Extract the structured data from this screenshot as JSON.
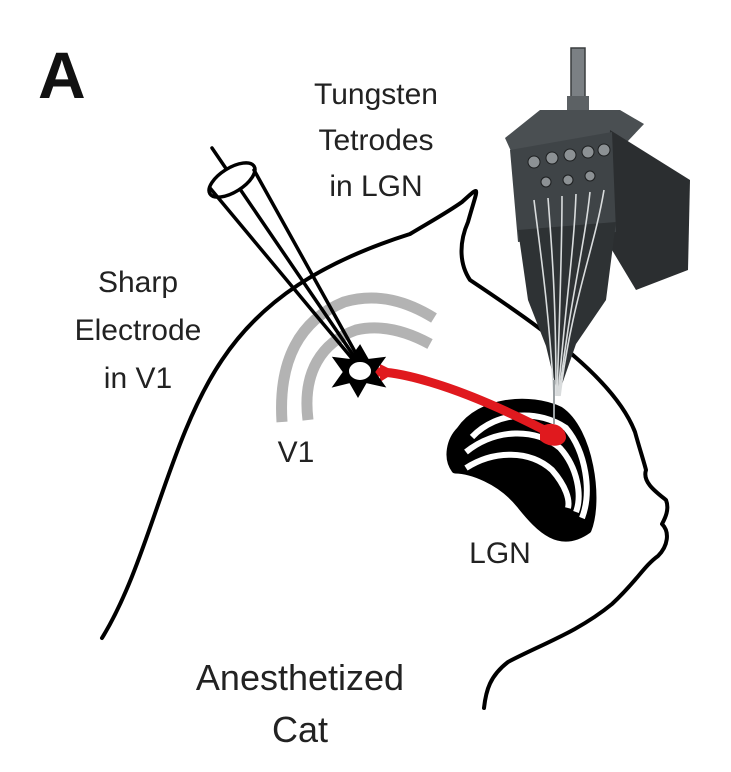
{
  "figure": {
    "panel_letter": "A",
    "labels": {
      "tetrodes": [
        "Tungsten",
        "Tetrodes",
        "in LGN"
      ],
      "sharp_electrode": [
        "Sharp",
        "Electrode",
        "in V1"
      ],
      "v1": "V1",
      "lgn": "LGN",
      "subject": [
        "Anesthetized",
        "Cat"
      ]
    },
    "colors": {
      "outline": "#000000",
      "cortex": "#b3b3b3",
      "projection": "#e0191e",
      "text": "#222222",
      "drive_body": "#2e3234",
      "drive_face": "#3f4447"
    },
    "icons": [
      "sharp-electrode-icon",
      "tetrode-microdrive-icon",
      "neuron-star-icon"
    ]
  }
}
